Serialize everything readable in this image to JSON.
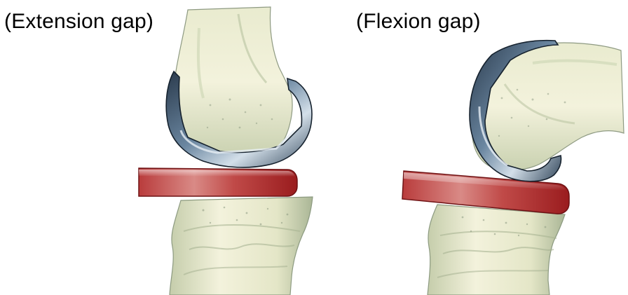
{
  "captions": {
    "extension": "(Extension gap)",
    "flexion": "(Flexion gap)"
  },
  "colors": {
    "background": "#ffffff",
    "bone_light": "#f1f0d8",
    "bone_mid": "#cfd5b4",
    "bone_shadow": "#9aa88c",
    "implant_dark": "#1f2e3e",
    "implant_mid": "#5f7a92",
    "implant_light": "#cfdbe6",
    "spacer_red": "#b22a2c",
    "spacer_dark": "#7e1618",
    "spacer_light": "#e6a6a2"
  },
  "panels": [
    {
      "id": "extension-gap",
      "spacer": "spacer-block",
      "femoral_component": "femoral-component",
      "femur": "femur",
      "tibia": "tibia"
    },
    {
      "id": "flexion-gap",
      "spacer": "spacer-block",
      "femoral_component": "femoral-component",
      "femur": "femur",
      "tibia": "tibia"
    }
  ]
}
